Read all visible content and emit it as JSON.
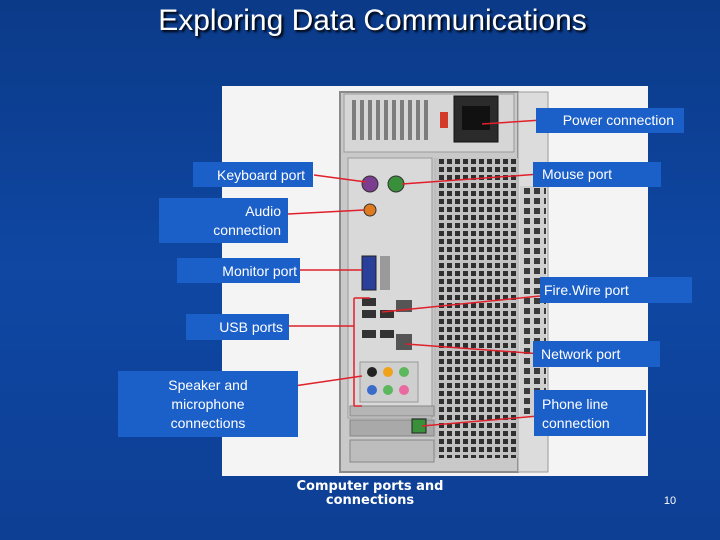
{
  "slide": {
    "title": "Exploring Data Communications",
    "caption": "Computer ports and connections",
    "page_number": "10"
  },
  "callouts": {
    "power": "Power connection",
    "keyboard": "Keyboard port",
    "mouse": "Mouse port",
    "audio_line1": "Audio",
    "audio_line2": "connection",
    "monitor": "Monitor port",
    "firewire": "Fire.Wire port",
    "usb": "USB ports",
    "network": "Network port",
    "speaker_line1": "Speaker and",
    "speaker_line2": "microphone",
    "speaker_line3": "connections",
    "phone_line1": "Phone line",
    "phone_line2": "connection"
  },
  "colors": {
    "background": "#0f47a3",
    "callout_fill": "#1b5fc9",
    "leader_line": "#e0202a"
  }
}
